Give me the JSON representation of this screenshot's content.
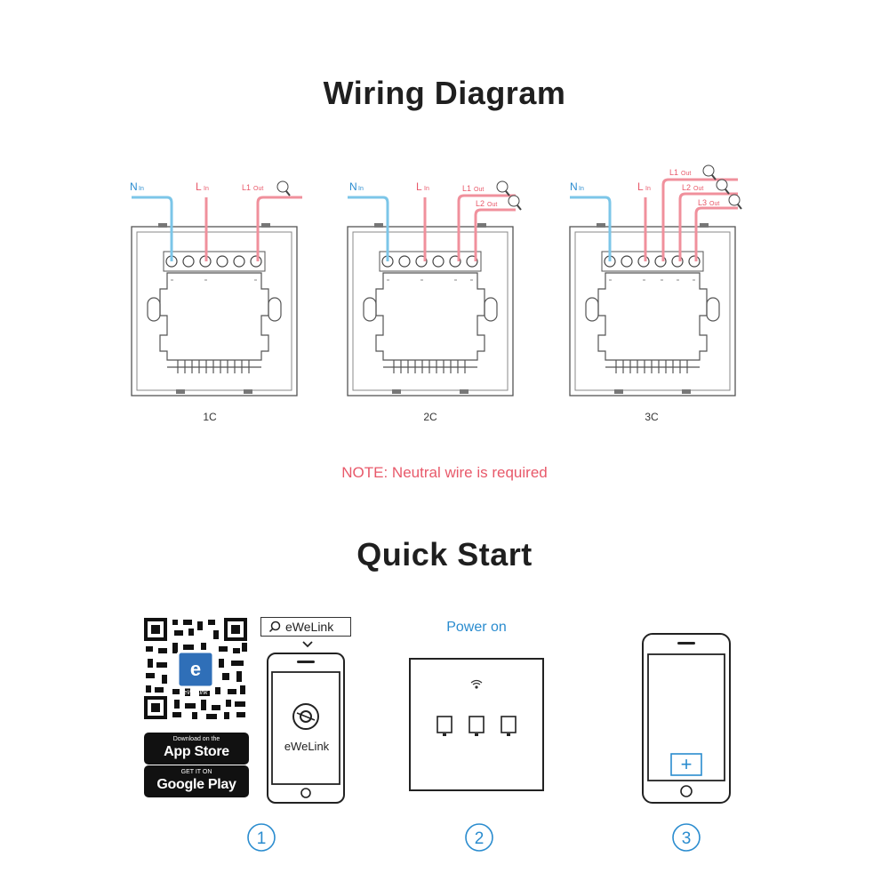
{
  "titles": {
    "wiring": "Wiring Diagram",
    "quick_start": "Quick Start"
  },
  "labels": {
    "n_in": "N",
    "l_in": "L",
    "l1_out": "L1",
    "l2_out": "L2",
    "l3_out": "L3",
    "sub_in": "In",
    "sub_out": "Out"
  },
  "panels": [
    {
      "caption": "1C"
    },
    {
      "caption": "2C"
    },
    {
      "caption": "3C"
    }
  ],
  "note": "NOTE: Neutral wire is required",
  "quick_start": {
    "stores": [
      {
        "small": "Download on the",
        "big": "App Store"
      },
      {
        "small": "GET IT ON",
        "big": "Google Play"
      }
    ],
    "qr_badge": "e",
    "qr_badge_label": "eWeLink",
    "search_text": "eWeLink",
    "app_name": "eWeLink",
    "power_on": "Power on",
    "add_symbol": "+",
    "steps": [
      "1",
      "2",
      "3"
    ]
  },
  "colors": {
    "neutral_wire": "#7cc6e8",
    "live_wire": "#f0909c",
    "note": "#e8596a",
    "accent": "#2a8ccf",
    "outline": "#333333"
  }
}
